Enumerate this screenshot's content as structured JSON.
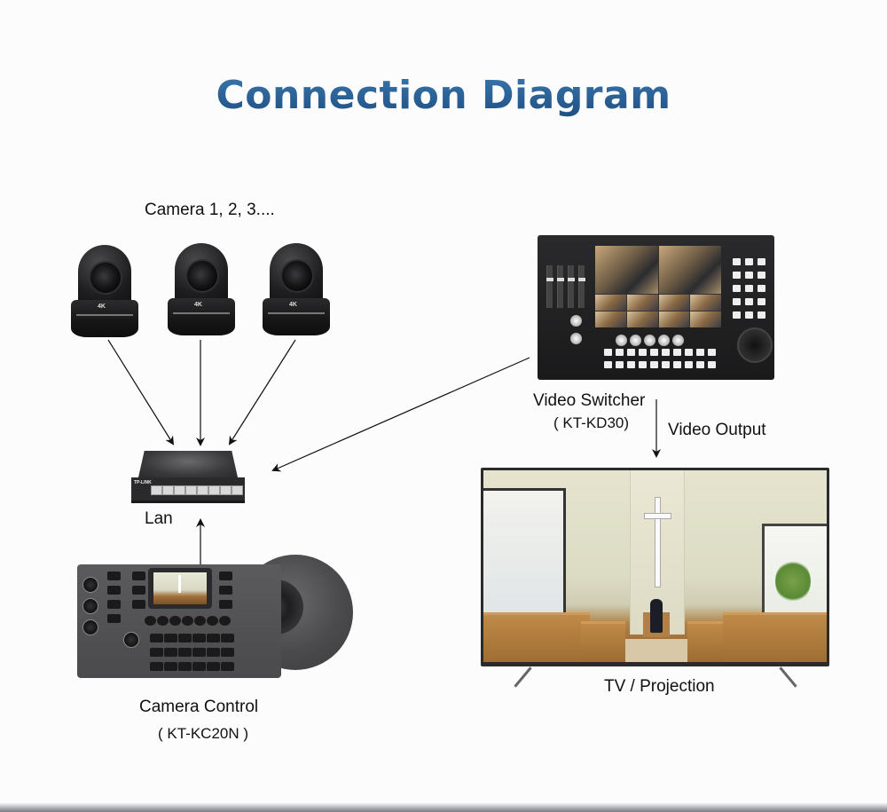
{
  "title": "Connection Diagram",
  "colors": {
    "title": "#2a5a8c",
    "text": "#111111",
    "arrow": "#111111",
    "background": "#fcfcfd"
  },
  "cameras": {
    "label": "Camera 1, 2, 3....",
    "items": [
      {
        "badge": "4K"
      },
      {
        "badge": "4K"
      },
      {
        "badge": "4K"
      }
    ]
  },
  "lan": {
    "label": "Lan",
    "brand": "TP-LINK",
    "port_count": 8
  },
  "video_switcher": {
    "label": "Video Switcher",
    "model": "( KT-KD30)"
  },
  "video_output": {
    "label": "Video Output"
  },
  "camera_control": {
    "label": "Camera Control",
    "model": "( KT-KC20N )"
  },
  "display": {
    "label": "TV / Projection"
  },
  "connections": [
    {
      "from": "camera-1",
      "to": "lan-switch"
    },
    {
      "from": "camera-2",
      "to": "lan-switch"
    },
    {
      "from": "camera-3",
      "to": "lan-switch"
    },
    {
      "from": "video-switcher",
      "to": "lan-switch"
    },
    {
      "from": "camera-control",
      "to": "lan-switch"
    },
    {
      "from": "video-switcher",
      "to": "tv",
      "label": "Video Output"
    }
  ]
}
